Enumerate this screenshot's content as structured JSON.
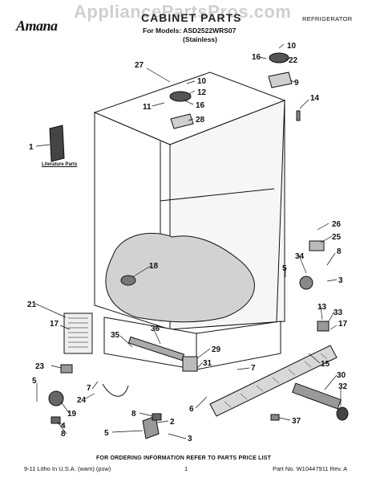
{
  "header": {
    "brand": "Amana",
    "watermark": "AppliancePartsPros.com",
    "title": "CABINET PARTS",
    "models_line": "For Models: ASD2522WRS07",
    "finish": "(Stainless)",
    "category": "REFRIGERATOR"
  },
  "diagram": {
    "literature_label": "Literature Parts",
    "callouts": [
      {
        "id": "c10a",
        "text": "10"
      },
      {
        "id": "c16a",
        "text": "16"
      },
      {
        "id": "c22",
        "text": "22"
      },
      {
        "id": "c9",
        "text": "9"
      },
      {
        "id": "c14",
        "text": "14"
      },
      {
        "id": "c27",
        "text": "27"
      },
      {
        "id": "c10b",
        "text": "10"
      },
      {
        "id": "c12",
        "text": "12"
      },
      {
        "id": "c11",
        "text": "11"
      },
      {
        "id": "c16b",
        "text": "16"
      },
      {
        "id": "c28",
        "text": "28"
      },
      {
        "id": "c1",
        "text": "1"
      },
      {
        "id": "c26",
        "text": "26"
      },
      {
        "id": "c25",
        "text": "25"
      },
      {
        "id": "c34",
        "text": "34"
      },
      {
        "id": "c8a",
        "text": "8"
      },
      {
        "id": "c5a",
        "text": "5"
      },
      {
        "id": "c3a",
        "text": "3"
      },
      {
        "id": "c18",
        "text": "18"
      },
      {
        "id": "c21",
        "text": "21"
      },
      {
        "id": "c13",
        "text": "13"
      },
      {
        "id": "c33",
        "text": "33"
      },
      {
        "id": "c17a",
        "text": "17"
      },
      {
        "id": "c17b",
        "text": "17"
      },
      {
        "id": "c35",
        "text": "35"
      },
      {
        "id": "c36",
        "text": "36"
      },
      {
        "id": "c29",
        "text": "29"
      },
      {
        "id": "c15",
        "text": "15"
      },
      {
        "id": "c23",
        "text": "23"
      },
      {
        "id": "c7a",
        "text": "7"
      },
      {
        "id": "c31",
        "text": "31"
      },
      {
        "id": "c30",
        "text": "30"
      },
      {
        "id": "c5b",
        "text": "5"
      },
      {
        "id": "c7b",
        "text": "7"
      },
      {
        "id": "c24",
        "text": "24"
      },
      {
        "id": "c32",
        "text": "32"
      },
      {
        "id": "c6",
        "text": "6"
      },
      {
        "id": "c19",
        "text": "19"
      },
      {
        "id": "c4",
        "text": "4"
      },
      {
        "id": "c8b",
        "text": "8"
      },
      {
        "id": "c8c",
        "text": "8"
      },
      {
        "id": "c2",
        "text": "2"
      },
      {
        "id": "c37",
        "text": "37"
      },
      {
        "id": "c5c",
        "text": "5"
      },
      {
        "id": "c3b",
        "text": "3"
      }
    ]
  },
  "footer": {
    "note": "FOR ORDERING INFORMATION REFER TO PARTS PRICE LIST",
    "left": "9-11 Litho In U.S.A. (wam) (psw)",
    "page": "1",
    "right": "Part No. W10447911 Rev. A"
  }
}
